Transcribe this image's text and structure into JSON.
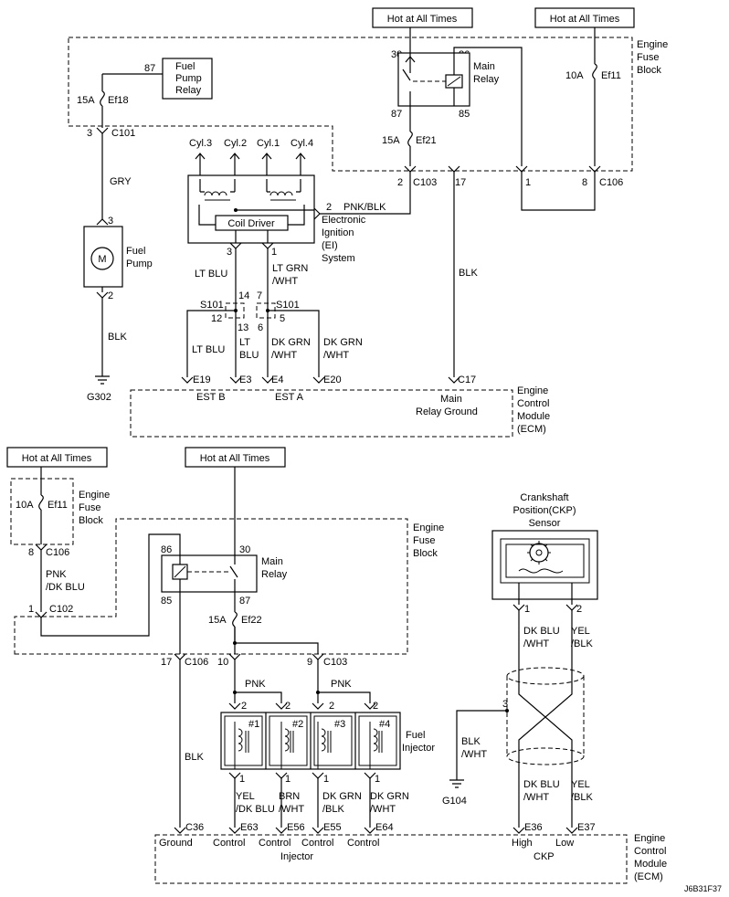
{
  "supply": {
    "hot_label": "Hot at All Times"
  },
  "fuse_block": {
    "label_line1": "Engine",
    "label_line2": "Fuse",
    "label_line3": "Block"
  },
  "ecm": {
    "label_line1": "Engine",
    "label_line2": "Control",
    "label_line3": "Module",
    "label_line4": "(ECM)"
  },
  "fuses": {
    "ef18": {
      "rating": "15A",
      "name": "Ef18"
    },
    "ef21": {
      "rating": "15A",
      "name": "Ef21"
    },
    "ef11": {
      "rating": "10A",
      "name": "Ef11"
    },
    "ef22": {
      "rating": "15A",
      "name": "Ef22"
    }
  },
  "fuel_pump_relay": {
    "line1": "Fuel",
    "line2": "Pump",
    "line3": "Relay",
    "pin": "87"
  },
  "main_relay": {
    "line1": "Main",
    "line2": "Relay",
    "pin30": "30",
    "pin86": "86",
    "pin87": "87",
    "pin85": "85"
  },
  "connectors": {
    "c101": "C101",
    "c103": "C103",
    "c106": "C106",
    "c102": "C102",
    "s101": "S101"
  },
  "pins": {
    "p1": "1",
    "p2": "2",
    "p3": "3",
    "p5": "5",
    "p6": "6",
    "p7": "7",
    "p8": "8",
    "p9": "9",
    "p10": "10",
    "p12": "12",
    "p13": "13",
    "p14": "14",
    "p17": "17"
  },
  "wires": {
    "gry": "GRY",
    "blk": "BLK",
    "pnk_blk": "PNK/BLK",
    "lt_blu": "LT BLU",
    "lt": "LT",
    "blu": "BLU",
    "lt_grn": "LT GRN",
    "wht": "/WHT",
    "dk_grn": "DK GRN",
    "pnk_dk_blu_1": "PNK",
    "pnk_dk_blu_2": "/DK BLU",
    "pnk": "PNK",
    "dk_blu": "DK BLU",
    "yel": "YEL",
    "blk_slash": "/BLK",
    "blk_plain": "BLK",
    "yel_dk_blu_1": "YEL",
    "yel_dk_blu_2": "/DK BLU",
    "brn_1": "BRN",
    "brn_2": "/WHT",
    "dkgrn_blk_1": "DK GRN",
    "dkgrn_blk_2": "/BLK",
    "dkgrn_wht_1": "DK GRN",
    "dkgrn_wht_2": "/WHT"
  },
  "fuel_pump": {
    "line1": "Fuel",
    "line2": "Pump",
    "motor": "M"
  },
  "ignition": {
    "cyl3": "Cyl.3",
    "cyl2": "Cyl.2",
    "cyl1": "Cyl.1",
    "cyl4": "Cyl.4",
    "coil_driver": "Coil Driver",
    "line1": "Electronic",
    "line2": "Ignition",
    "line3": "(EI)",
    "line4": "System"
  },
  "grounds": {
    "g302": "G302",
    "g104": "G104"
  },
  "ecm_terms": {
    "e19": "E19",
    "e3": "E3",
    "e4": "E4",
    "e20": "E20",
    "c17": "C17",
    "est_b": "EST B",
    "est_a": "EST A",
    "main_relay_ground_1": "Main",
    "main_relay_ground_2": "Relay Ground",
    "c36": "C36",
    "e63": "E63",
    "e56": "E56",
    "e55": "E55",
    "e64": "E64",
    "e36": "E36",
    "e37": "E37",
    "ground": "Ground",
    "control": "Control",
    "injector": "Injector",
    "high": "High",
    "low": "Low",
    "ckp": "CKP"
  },
  "injectors": {
    "n1": "#1",
    "n2": "#2",
    "n3": "#3",
    "n4": "#4",
    "label1": "Fuel",
    "label2": "Injector"
  },
  "ckp_sensor": {
    "line1": "Crankshaft",
    "line2": "Position(CKP)",
    "line3": "Sensor"
  },
  "footer": {
    "code": "J6B31F37"
  }
}
